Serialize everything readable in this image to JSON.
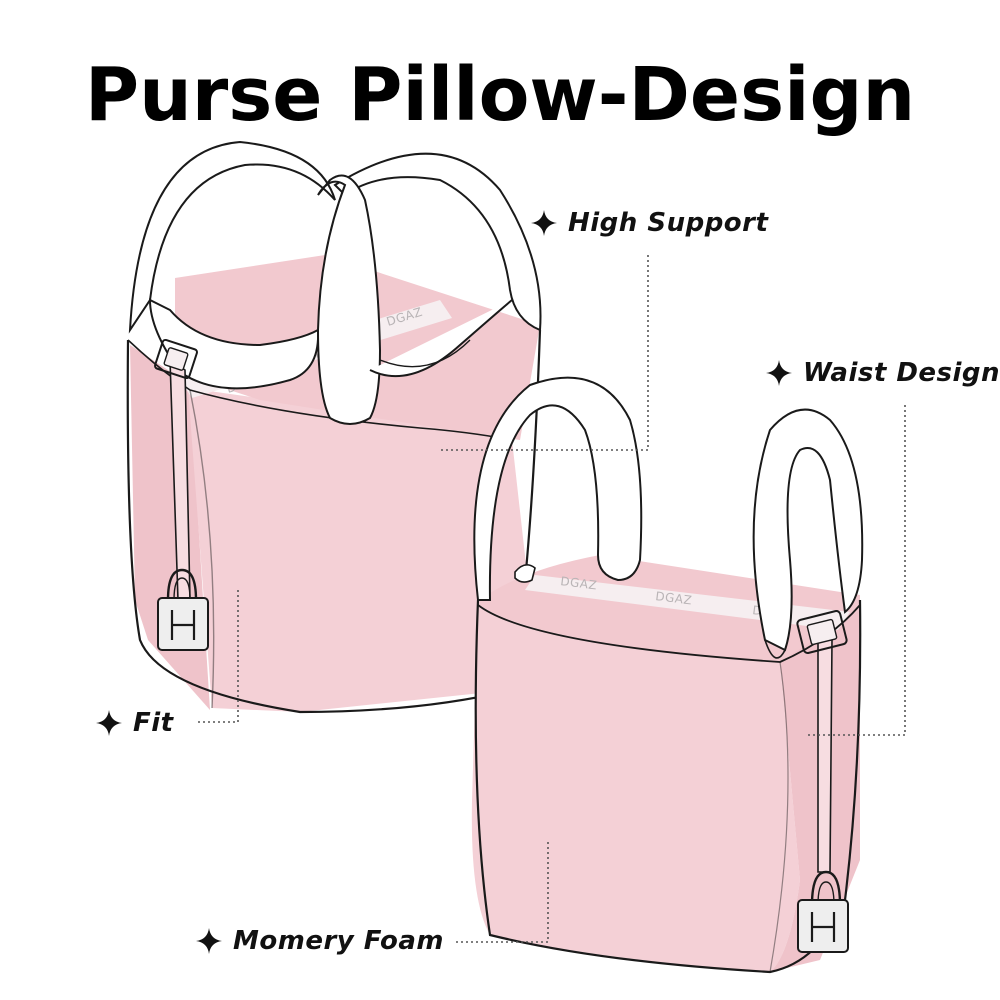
{
  "title": "Purse Pillow-Design",
  "brand_mark": "DGAZ",
  "colors": {
    "pillow_pink": "#f4d0d6",
    "pillow_pink_dark": "#efc3ca",
    "outline": "#1a1a1a",
    "band": "#f6eef0",
    "leader": "#555555"
  },
  "callouts": {
    "high_support": "High Support",
    "waist_design": "Waist Design",
    "fit": "Fit",
    "memory_foam": "Momery Foam"
  },
  "icons": [
    "sparkle-icon"
  ]
}
